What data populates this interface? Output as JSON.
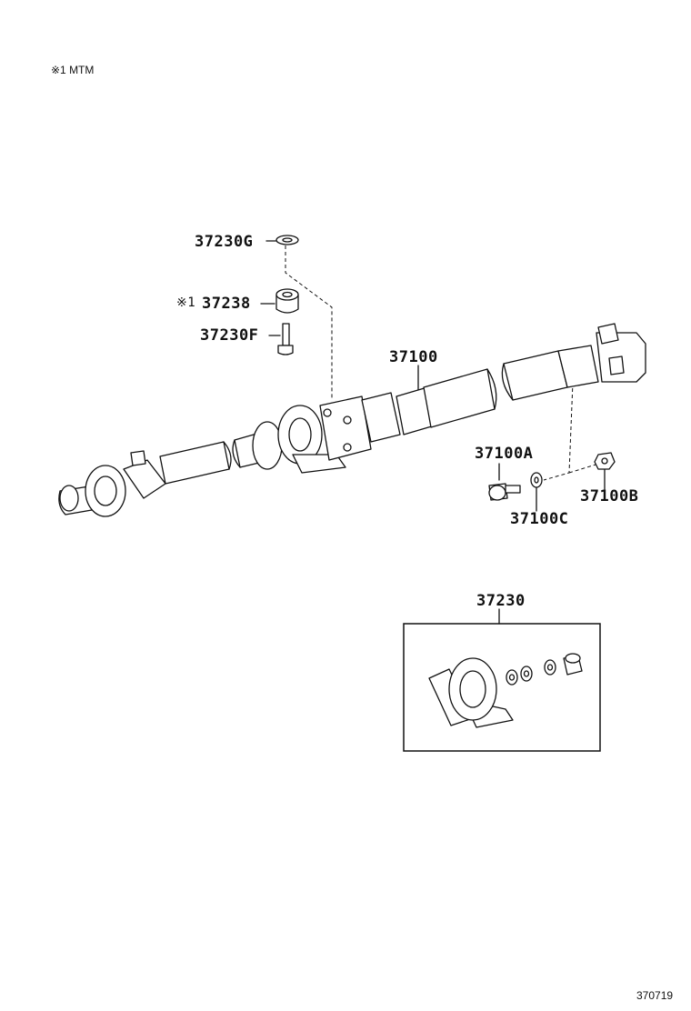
{
  "note": "※1 MTM",
  "diagram_id": "370719",
  "labels": {
    "p37230G": "37230G",
    "p37238_prefix": "※1",
    "p37238": "37238",
    "p37230F": "37230F",
    "p37100": "37100",
    "p37100A": "37100A",
    "p37100B": "37100B",
    "p37100C": "37100C",
    "p37230": "37230"
  }
}
